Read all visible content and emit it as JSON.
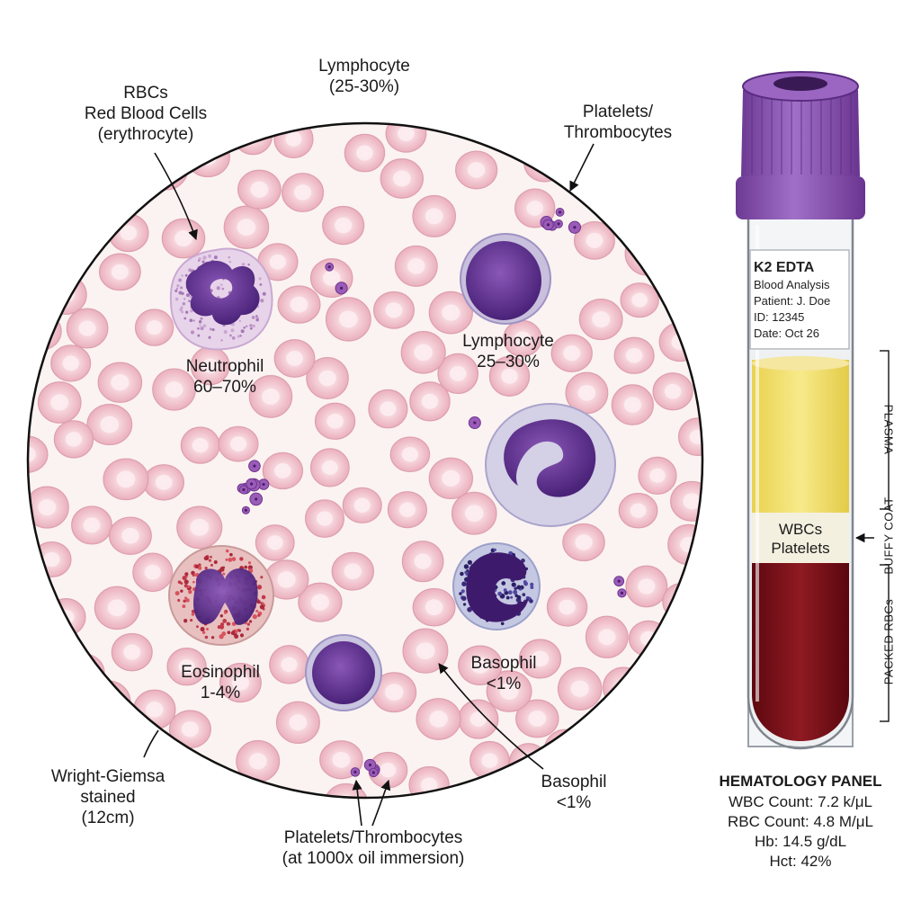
{
  "diagram": {
    "labels": {
      "rbc": [
        "RBCs",
        "Red Blood Cells",
        "(erythrocyte)"
      ],
      "lymph_top": [
        "Lymphocyte",
        "(25-30%)"
      ],
      "platelets_top": [
        "Platelets/",
        "Thrombocytes"
      ],
      "neutrophil": [
        "Neutrophil",
        "60–70%"
      ],
      "lymph_mid": [
        "Lymphocyte",
        "25–30%"
      ],
      "eosinophil": [
        "Eosinophil",
        "1-4%"
      ],
      "basophil_mid": [
        "Basophil",
        "<1%"
      ],
      "basophil_low": [
        "Basophil",
        "<1%"
      ],
      "stain": [
        "Wright-Giemsa",
        "stained",
        "(12cm)"
      ],
      "platelets_bottom": [
        "Platelets/Thrombocytes",
        "(at 1000x oil immersion)"
      ]
    },
    "tube": {
      "label_title": "K2 EDTA",
      "label_sub": "Blood Analysis",
      "patient": "Patient: J. Doe",
      "id": "ID: 12345",
      "date": "Date: Oct 26",
      "buffy_text": [
        "WBCs",
        "Platelets"
      ],
      "layer_plasma": "PLASMA",
      "layer_buffy": "BUFFY COAT",
      "layer_packed": "PACKED RBCs",
      "cap_color": "#8a4fb0",
      "plasma_color": "#f2de63",
      "packed_color": "#7d0e16"
    },
    "panel": {
      "title": "HEMATOLOGY PANEL",
      "lines": [
        "WBC Count: 7.2 k/μL",
        "RBC Count: 4.8 M/μL",
        "Hb: 14.5 g/dL",
        "Hct: 42%"
      ]
    },
    "colors": {
      "rbc_fill": "#f1c3cc",
      "rbc_center": "#fae4e8",
      "background_field": "#fbf3f1",
      "nucleus": "#5b2d8a"
    }
  }
}
